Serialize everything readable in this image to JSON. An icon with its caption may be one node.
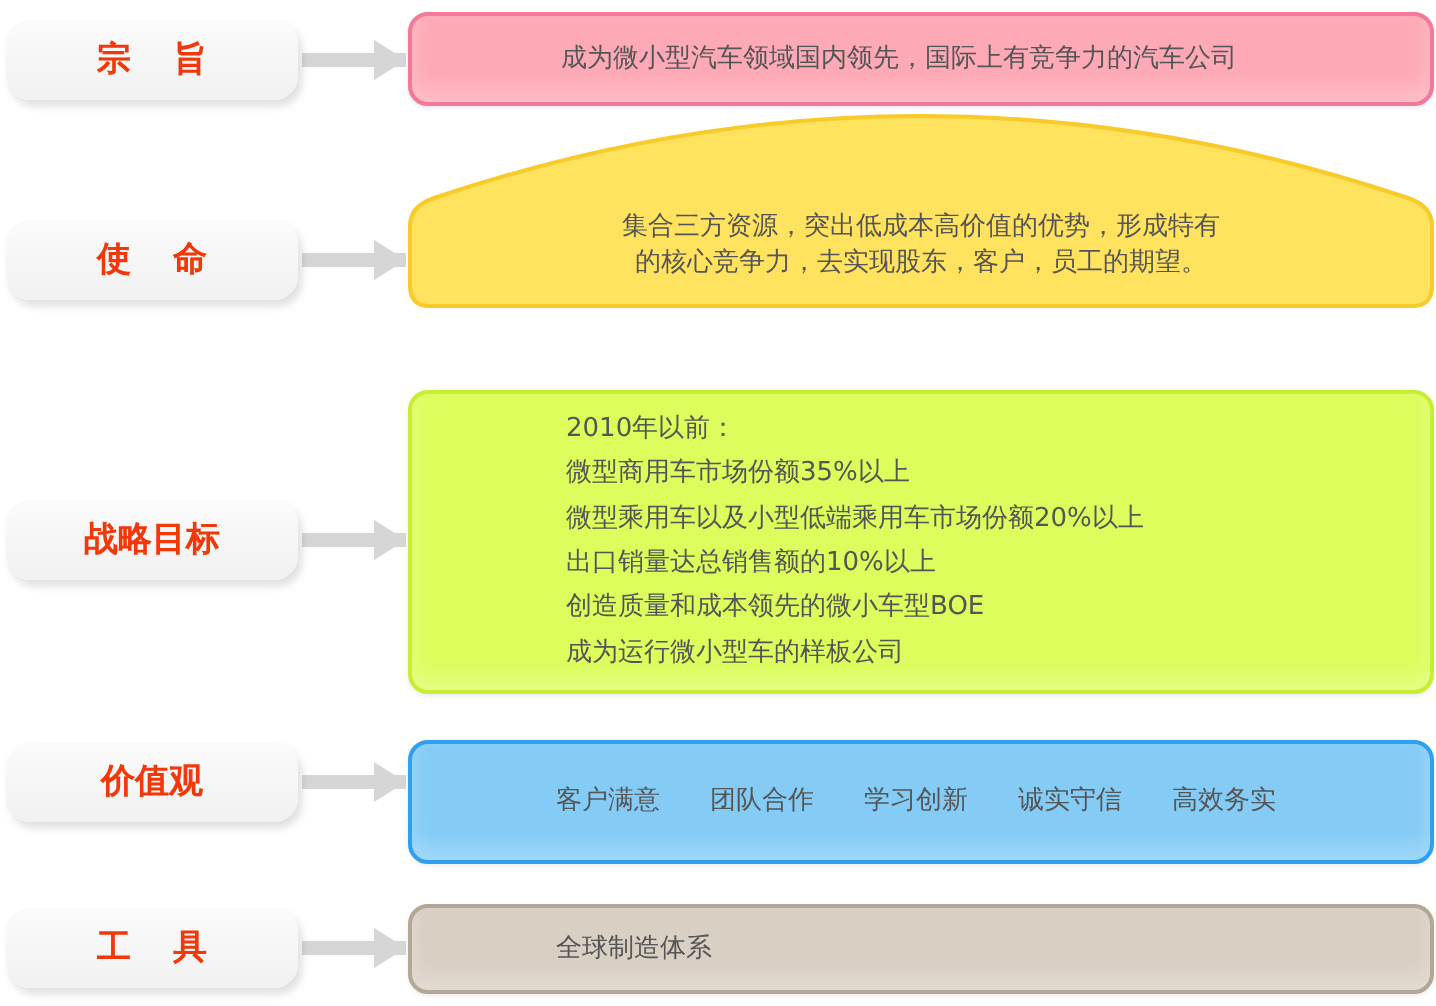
{
  "diagram": {
    "nodes": [
      {
        "text": [
          "宗 旨"
        ]
      },
      {
        "text": [
          "成为微小型汽车领域国内领先，国际上有竞争力的汽车公司"
        ]
      },
      {
        "text": [
          "使 命"
        ]
      },
      {
        "text": [
          "集合三方资源，突出低成本高价值的优势，形成特有的核心竞争力，去实现股东，客户，员工的期望。"
        ]
      },
      {
        "text": [
          "战略目标"
        ]
      },
      {
        "text": [
          "2010年以前：",
          "微型商用车市场份额35%以上",
          "微型乘用车以及小型低端乘用车市场份额20%以上",
          "出口销量达总销售额的10%以上",
          "创造质量和成本领先的微小车型BOE",
          "成为运行微小型车的样板公司"
        ]
      },
      {
        "text": [
          "价值观"
        ]
      },
      {
        "text": [
          "客户满意",
          "团队合作",
          "学习创新",
          "诚实守信",
          "高效务实"
        ]
      },
      {
        "text": [
          "工 具"
        ]
      },
      {
        "text": [
          "全球制造体系"
        ]
      }
    ],
    "edges": [
      {
        "from": 0,
        "to": 1,
        "arrow": "to"
      },
      {
        "from": 2,
        "to": 3,
        "arrow": "to"
      },
      {
        "from": 4,
        "to": 5,
        "arrow": "to"
      },
      {
        "from": 6,
        "to": 7,
        "arrow": "to"
      },
      {
        "from": 8,
        "to": 9,
        "arrow": "to"
      }
    ]
  }
}
